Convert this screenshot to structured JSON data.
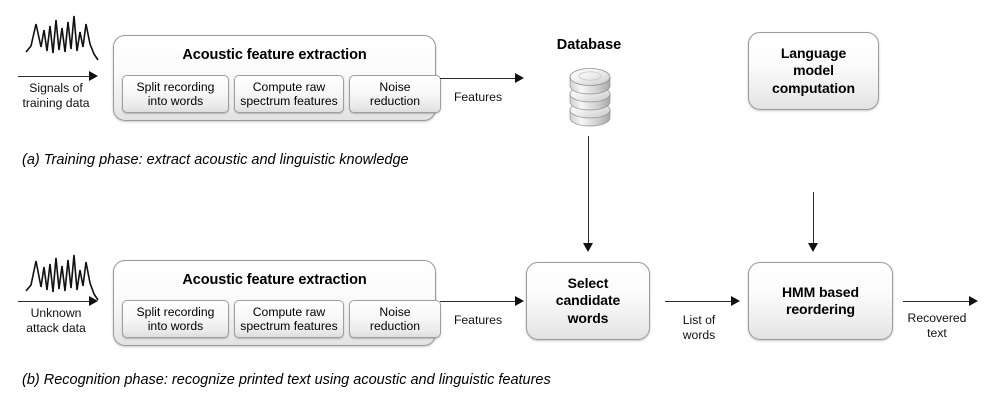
{
  "figure": {
    "panels": [
      {
        "id": "training",
        "caption": "(a) Training phase: extract acoustic and linguistic knowledge",
        "input_label": "Signals of\ntraining data",
        "input_icon": "waveform-icon",
        "pipeline_title": "Acoustic feature extraction",
        "pipeline_stages": [
          "Split recording\ninto words",
          "Compute raw\nspectrum features",
          "Noise reduction"
        ],
        "output_edge_label": "Features",
        "database_label": "Database",
        "database_icon": "database-cylinder-icon",
        "language_model_label": "Language\nmodel\ncomputation"
      },
      {
        "id": "recognition",
        "caption": "(b) Recognition phase: recognize printed text using acoustic and linguistic features",
        "input_label": "Unknown\nattack data",
        "input_icon": "waveform-icon",
        "pipeline_title": "Acoustic feature extraction",
        "pipeline_stages": [
          "Split recording\ninto words",
          "Compute raw\nspectrum features",
          "Noise reduction"
        ],
        "features_edge_label": "Features",
        "select_box_label": "Select\ncandidate\nwords",
        "list_edge_label": "List of\nwords",
        "hmm_box_label": "HMM based\nreordering",
        "output_edge_label": "Recovered\ntext"
      }
    ]
  },
  "colors": {
    "stroke": "#2b2b2b",
    "box_border": "#9a9a9a",
    "box_fill_top": "#ffffff",
    "box_fill_bottom": "#e2e2e2",
    "text": "#000000"
  }
}
